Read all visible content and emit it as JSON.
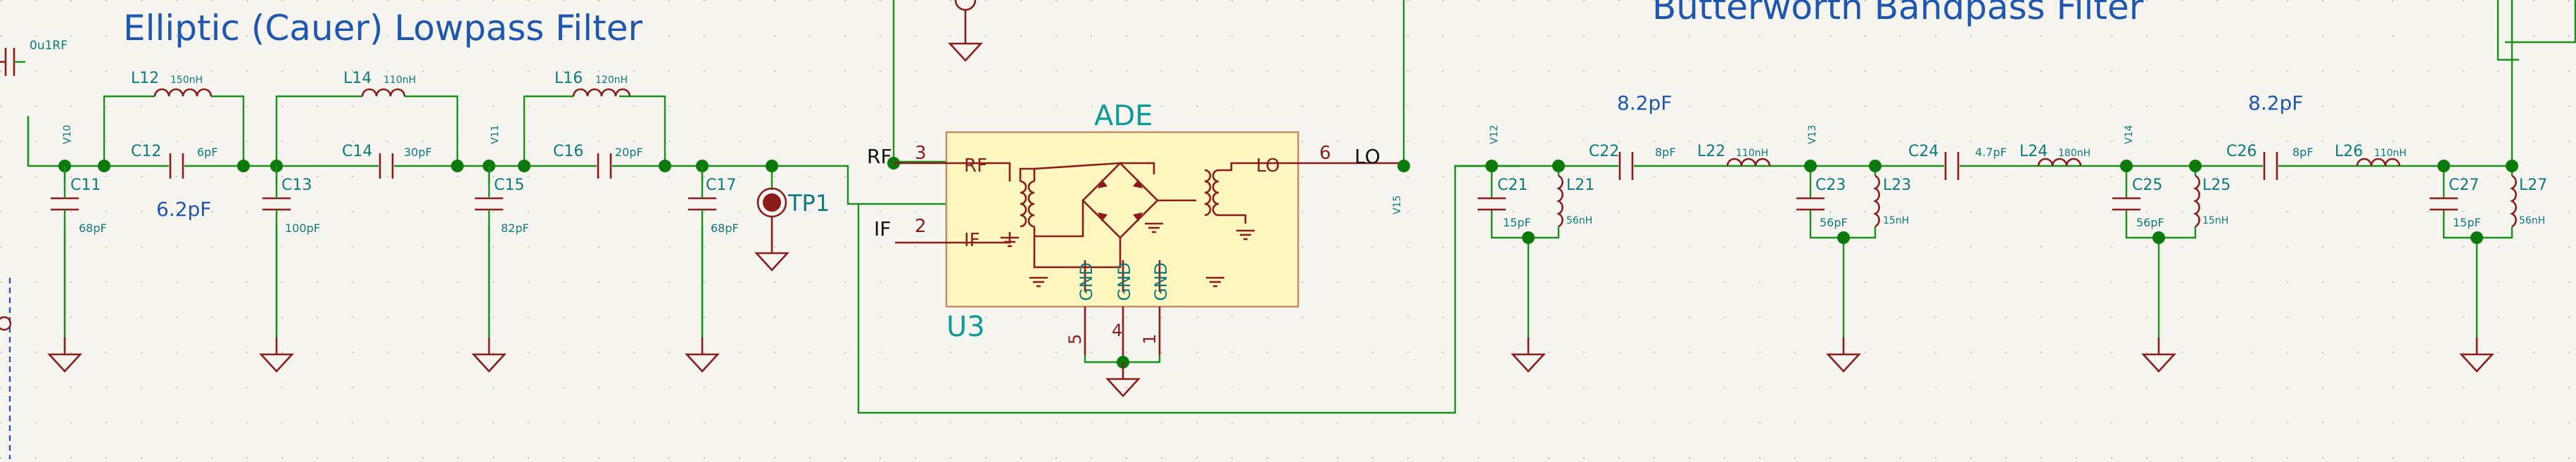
{
  "titles": {
    "lowpass": "Elliptic (Cauer) Lowpass Filter",
    "bandpass": "Butterworth Bandpass Filter"
  },
  "colors": {
    "background": "#f5f4ef",
    "wire": "#1b8f1b",
    "component": "#8b1c1c",
    "ref_text": "#0f7a7a",
    "title_text": "#1f56b0",
    "mixer_body": "#fff6c0"
  },
  "lowpass": {
    "stub_cap_value": "0u1RF",
    "cap_annotation": "6.2pF",
    "vias": [
      "V10",
      "V11"
    ],
    "series": [
      {
        "l_ref": "L12",
        "l_val": "150nH",
        "c_ref": "C12",
        "c_val": "6pF"
      },
      {
        "l_ref": "L14",
        "l_val": "110nH",
        "c_ref": "C14",
        "c_val": "30pF"
      },
      {
        "l_ref": "L16",
        "l_val": "120nH",
        "c_ref": "C16",
        "c_val": "20pF"
      }
    ],
    "shunts": [
      {
        "ref": "C11",
        "val": "68pF"
      },
      {
        "ref": "C13",
        "val": "100pF"
      },
      {
        "ref": "C15",
        "val": "82pF"
      },
      {
        "ref": "C17",
        "val": "68pF"
      }
    ],
    "testpoint": "TP1"
  },
  "mixer": {
    "name": "ADE",
    "ref": "U3",
    "pins": {
      "rf_num": "3",
      "rf_label": "RF",
      "if_num": "2",
      "if_label": "IF",
      "lo_num": "6",
      "lo_label": "LO",
      "gnd_label": "GND",
      "gnd_nums": [
        "5",
        "4",
        "1"
      ]
    },
    "nets": {
      "rf": "RF",
      "if": "IF",
      "lo": "LO"
    },
    "via": "V15"
  },
  "bandpass": {
    "vias": [
      "V12",
      "V13",
      "V14"
    ],
    "cap_annotations": [
      "8.2pF",
      "8.2pF"
    ],
    "series": [
      {
        "c_ref": "C22",
        "c_val": "8pF",
        "l_ref": "L22",
        "l_val": "110nH"
      },
      {
        "c_ref": "C24",
        "c_val": "4.7pF",
        "l_ref": "L24",
        "l_val": "180nH"
      },
      {
        "c_ref": "C26",
        "c_val": "8pF",
        "l_ref": "L26",
        "l_val": "110nH"
      }
    ],
    "shunts": [
      {
        "c_ref": "C21",
        "c_val": "15pF",
        "l_ref": "L21",
        "l_val": "56nH"
      },
      {
        "c_ref": "C23",
        "c_val": "56pF",
        "l_ref": "L23",
        "l_val": "15nH"
      },
      {
        "c_ref": "C25",
        "c_val": "56pF",
        "l_ref": "L25",
        "l_val": "15nH"
      },
      {
        "c_ref": "C27",
        "c_val": "15pF",
        "l_ref": "L27",
        "l_val": "56nH"
      }
    ]
  }
}
